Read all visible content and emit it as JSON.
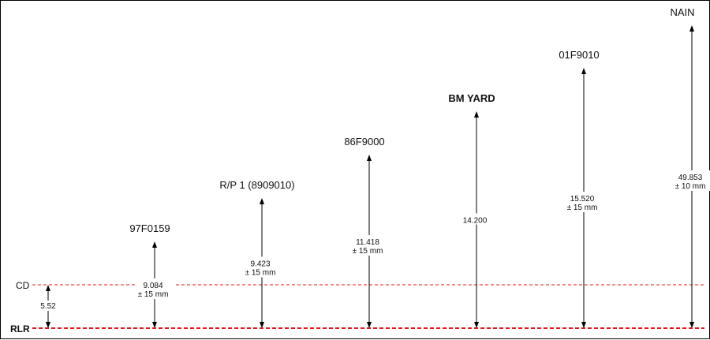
{
  "references": {
    "cd": {
      "label": "CD"
    },
    "rlr": {
      "label": "RLR"
    },
    "cd_above_rlr": "5.52"
  },
  "stations": [
    {
      "name": "97F0159",
      "height": 9.084,
      "value": "9.084",
      "tolerance": "± 15 mm",
      "bold": false,
      "color": "#111111"
    },
    {
      "name": "R/P 1 (8909010)",
      "height": 9.423,
      "value": "9.423",
      "tolerance": "± 15 mm",
      "bold": false,
      "color": "#111111"
    },
    {
      "name": "86F9000",
      "height": 11.418,
      "value": "11.418",
      "tolerance": "± 15 mm",
      "bold": false,
      "color": "#111111"
    },
    {
      "name": "BM YARD",
      "height": 14.2,
      "value": "14.200",
      "tolerance": "",
      "bold": true,
      "color": "#111111"
    },
    {
      "name": "01F9010",
      "height": 15.52,
      "value": "15.520",
      "tolerance": "± 15 mm",
      "bold": false,
      "color": "#111111"
    },
    {
      "name": "NAIN",
      "height": 49.853,
      "value": "49.853",
      "tolerance": "± 10 mm",
      "bold": false,
      "color": "#e8141c"
    }
  ],
  "colors": {
    "datum_line": "#e8141c",
    "arrow": "#000000"
  }
}
